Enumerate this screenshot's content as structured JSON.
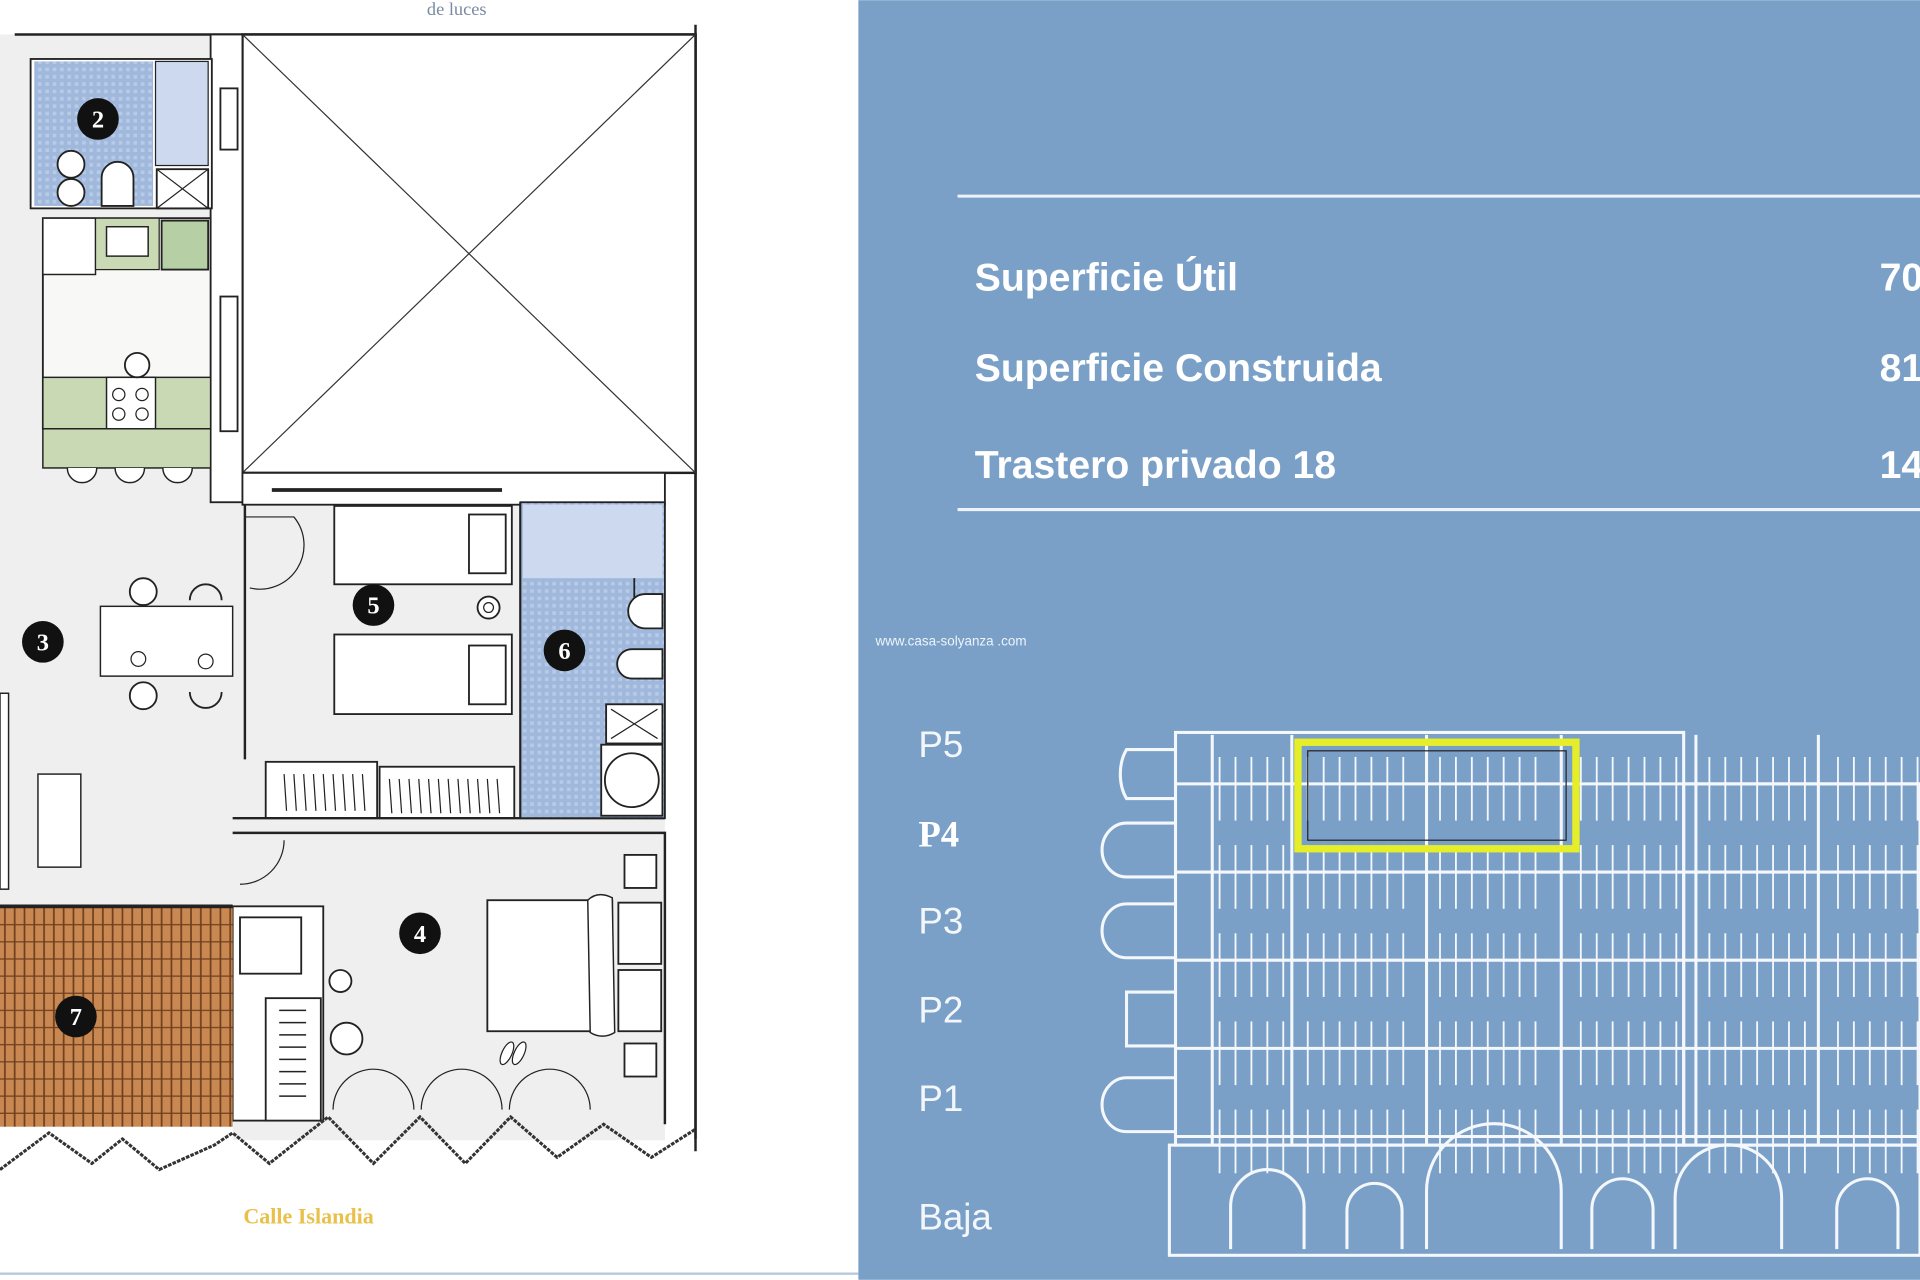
{
  "plan": {
    "light_well_label": "de luces",
    "street_label": "Calle Islandia",
    "rooms": [
      {
        "number": "2"
      },
      {
        "number": "3"
      },
      {
        "number": "4"
      },
      {
        "number": "5"
      },
      {
        "number": "6"
      },
      {
        "number": "7"
      }
    ],
    "colors": {
      "bathroom_tile": "#9fb8dc",
      "kitchen": "#c9d9b4",
      "terrace": "#c07a45",
      "floor": "#efefef",
      "street_label": "#e8c04a"
    }
  },
  "info": {
    "rows": [
      {
        "label": "Superficie Útil",
        "value": "70"
      },
      {
        "label": "Superficie Construida",
        "value": "81,"
      },
      {
        "label": "Trastero privado 18",
        "value": "14"
      }
    ],
    "watermark": "www.casa-solyanza .com",
    "background": "#7aa0c8"
  },
  "elevation": {
    "floors": [
      {
        "label": "P5",
        "selected": false
      },
      {
        "label": "P4",
        "selected": true
      },
      {
        "label": "P3",
        "selected": false
      },
      {
        "label": "P2",
        "selected": false
      },
      {
        "label": "P1",
        "selected": false
      },
      {
        "label": "Baja",
        "selected": false
      }
    ],
    "highlight_color": "#e6ee2a"
  }
}
